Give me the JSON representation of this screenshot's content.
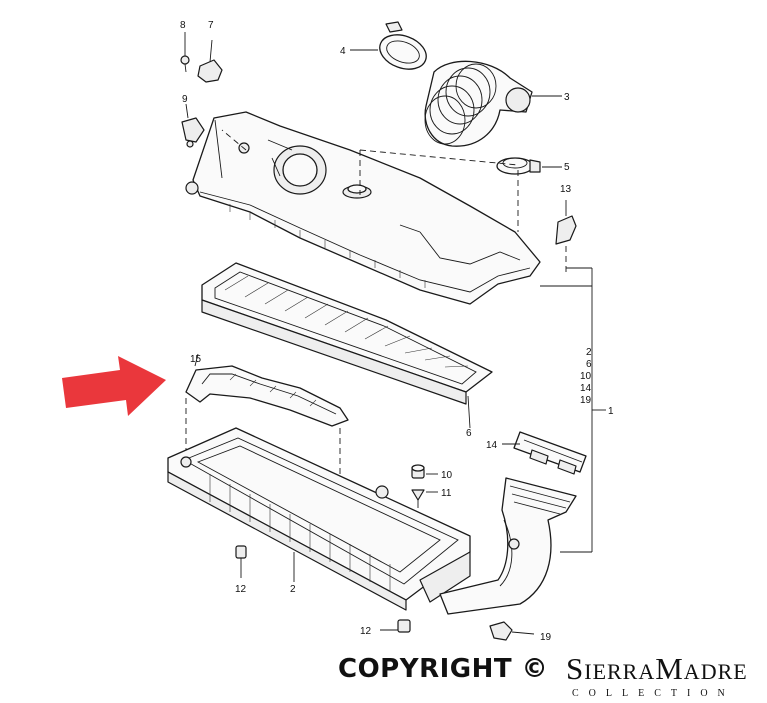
{
  "callouts": {
    "c1": "1",
    "c2": "2",
    "c3": "3",
    "c4": "4",
    "c5": "5",
    "c6": "6",
    "c7": "7",
    "c8": "8",
    "c9": "9",
    "c10": "10",
    "c11": "11",
    "c12a": "12",
    "c12b": "12",
    "c13": "13",
    "c14": "14",
    "c15": "15",
    "c19": "19",
    "stack": [
      "2",
      "6",
      "10",
      "14",
      "19"
    ]
  },
  "footer": {
    "copyright": "COPYRIGHT ©",
    "brand": "SierraMadre",
    "brand_sub": "COLLECTION"
  },
  "colors": {
    "arrow": "#e8262b",
    "line": "#1a1a1a"
  }
}
